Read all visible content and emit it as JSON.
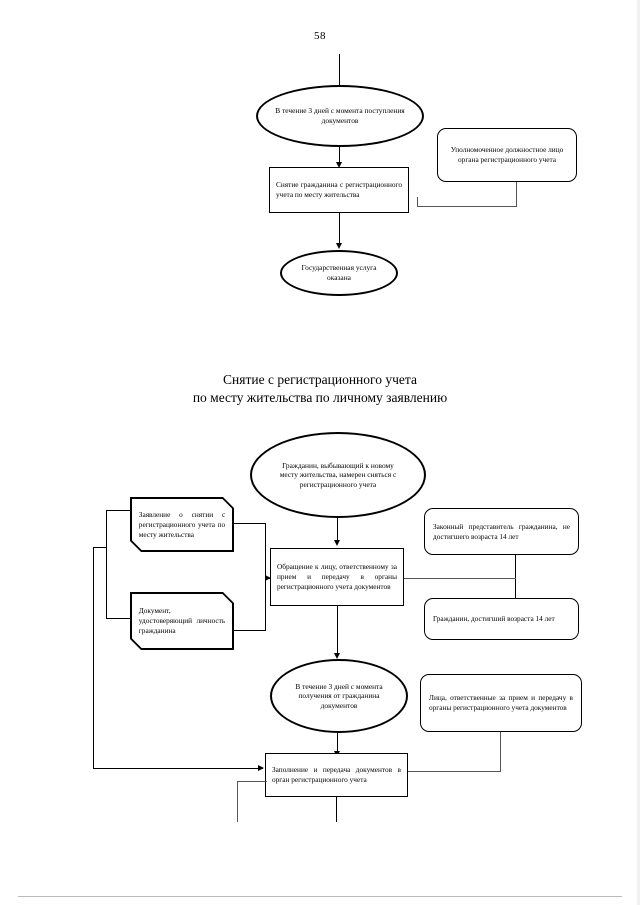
{
  "document": {
    "page_number": "58",
    "language": "ru"
  },
  "diagram_top": {
    "nodes": {
      "term_deadline": "В течение 3 дней с момента поступления документов",
      "process_removal": "Снятие гражданина с регистрационного учета по месту жительства",
      "actor_official": "Уполномоченное должностное лицо органа регистрационного учета",
      "end_service": "Государственная услуга оказана"
    }
  },
  "section": {
    "title_line1": "Снятие с регистрационного учета",
    "title_line2": "по месту жительства по личному заявлению"
  },
  "diagram_bottom": {
    "nodes": {
      "start_citizen": "Гражданин, выбывающий к новому месту жительства, намерен сняться с регистрационного учета",
      "doc_application": "Заявление о снятии с регистрационного учета по месту жительства",
      "doc_identity": "Документ, удостоверяющий личность гражданина",
      "process_appeal": "Обращение к лицу, ответственному за прием и передачу в органы регистрационного учета документов",
      "actor_legal_rep": "Законный представитель гражданина, не достигшего возраста 14 лет",
      "actor_citizen_14": "Гражданин, достигший возраста 14 лет",
      "term_receipt": "В течение 3 дней с момента получения от гражданина документов",
      "actor_responsible": "Лица, ответственные за прием и передачу в органы регистрационного учета документов",
      "process_fill_transfer": "Заполнение и передача документов в орган регистрационного учета"
    }
  },
  "colors": {
    "ink": "#000000",
    "paper": "#ffffff",
    "thin_line": "#555555"
  }
}
